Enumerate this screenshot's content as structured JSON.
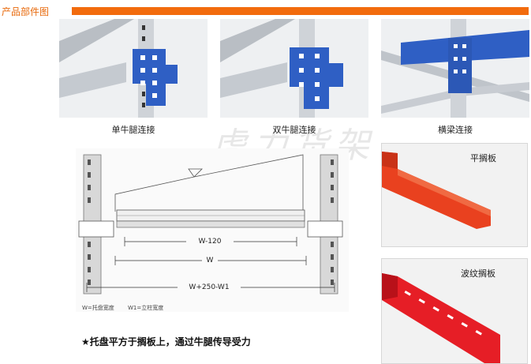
{
  "header": {
    "section_title": "产品部件图",
    "accent_color": "#f26b0d"
  },
  "watermark": "虎力货架",
  "photos": [
    {
      "caption": "单牛腿连接",
      "beam_color": "#2f5fc4"
    },
    {
      "caption": "双牛腿连接",
      "beam_color": "#2f5fc4"
    },
    {
      "caption": "横梁连接",
      "beam_color": "#2f5fc4"
    }
  ],
  "diagram": {
    "dim_inner": "W-120",
    "dim_mid": "W",
    "dim_outer": "W+250-W1",
    "legend_w": "W=托盘宽度",
    "legend_w1": "W1=立柱宽度"
  },
  "panels": [
    {
      "label": "平搁板",
      "color": "#e9411f"
    },
    {
      "label": "波纹搁板",
      "color": "#e61e26"
    }
  ],
  "note": "★托盘平方于搁板上，通过牛腿传导受力"
}
